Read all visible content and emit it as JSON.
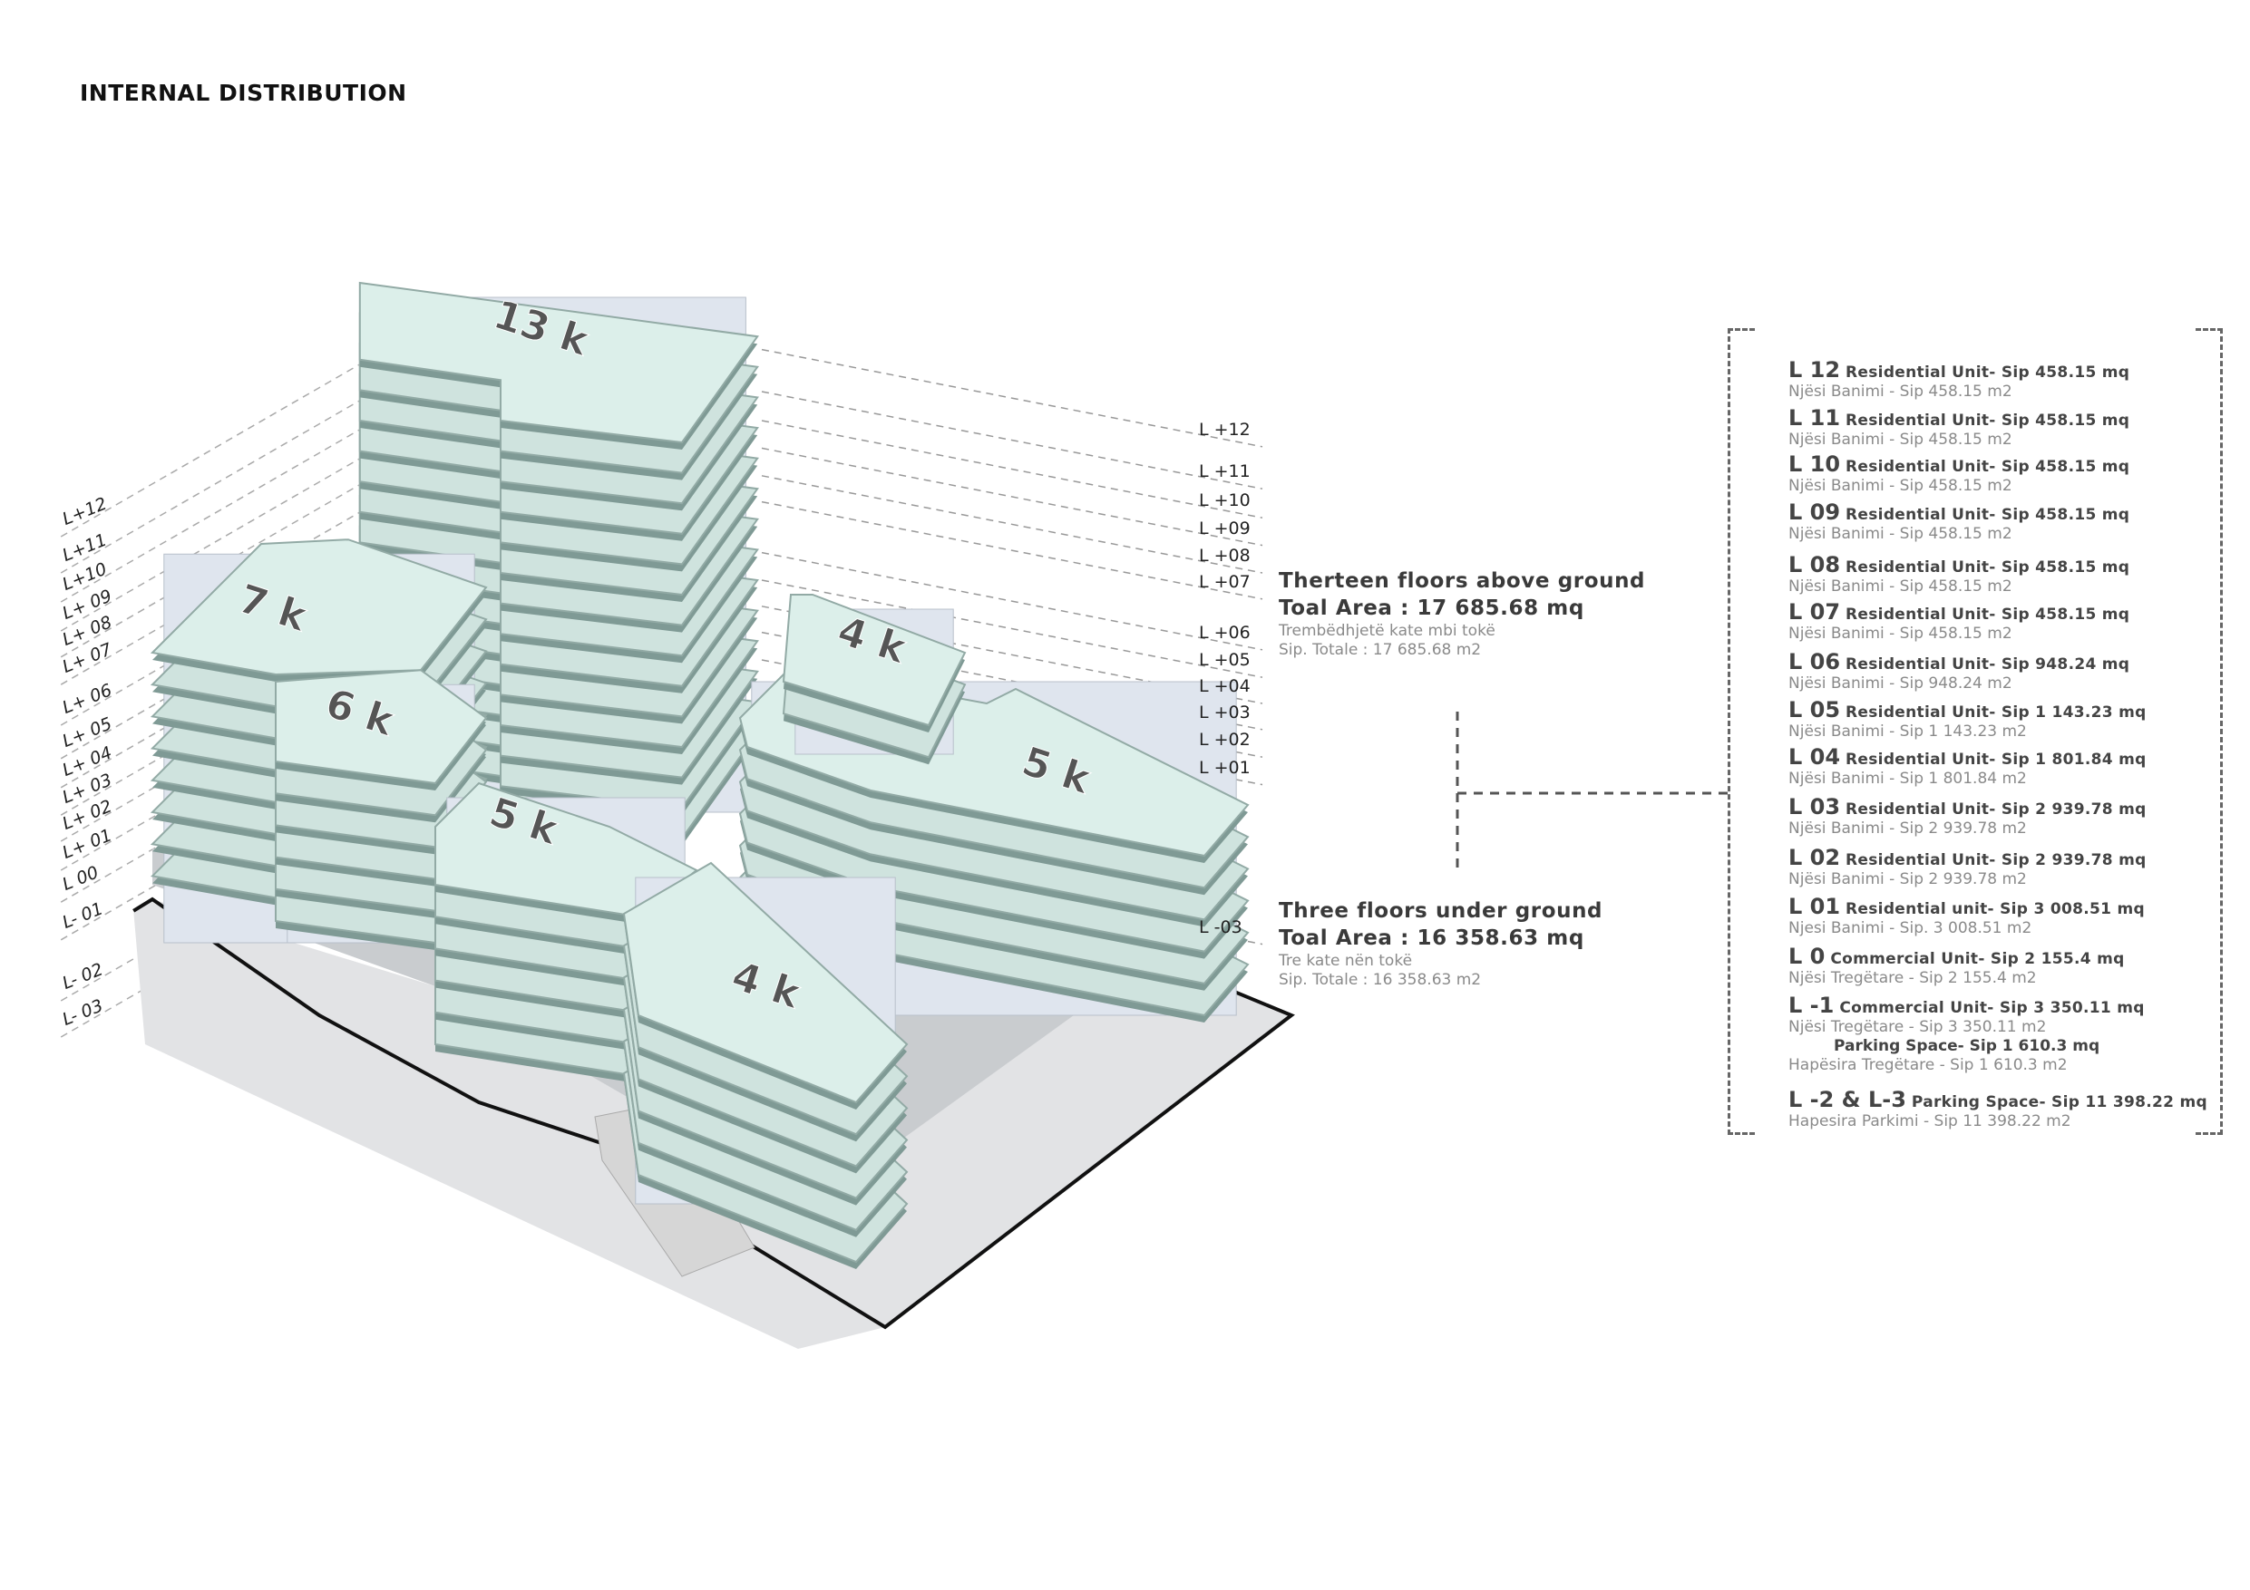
{
  "title": "INTERNAL DISTRIBUTION",
  "block_labels": [
    "13 k",
    "7 k",
    "6 k",
    "5 k",
    "4 k",
    "5 k",
    "4 k"
  ],
  "levels_right": [
    "L +12",
    "L +11",
    "L +10",
    "L +09",
    "L +08",
    "L +07",
    "L +06",
    "L +05",
    "L +04",
    "L +03",
    "L +02",
    "L +01",
    "L -03"
  ],
  "levels_left": [
    "L+12",
    "L+11",
    "L+10",
    "L+ 09",
    "L+ 08",
    "L+ 07",
    "L+ 06",
    "L+ 05",
    "L+ 04",
    "L+ 03",
    "L+ 02",
    "L+ 01",
    "L  00",
    "L- 01",
    "L- 02",
    "L- 03"
  ],
  "above": {
    "heading": "Therteen floors above ground",
    "total": "Toal Area : 17 685.68 mq",
    "sub1": "Trembëdhjetë kate mbi tokë",
    "sub2": "Sip. Totale : 17 685.68 m2"
  },
  "below": {
    "heading": "Three floors under ground",
    "total": "Toal Area : 16 358.63  mq",
    "sub1": "Tre kate nën tokë",
    "sub2": "Sip. Totale : 16 358.63  m2"
  },
  "legend": [
    {
      "level": "L 12",
      "desc": "Residential Unit- Sip 458.15 mq",
      "sub": "Njësi Banimi - Sip 458.15 m2"
    },
    {
      "level": "L 11",
      "desc": "Residential Unit- Sip 458.15 mq",
      "sub": "Njësi Banimi - Sip 458.15 m2"
    },
    {
      "level": "L 10",
      "desc": "Residential Unit- Sip 458.15 mq",
      "sub": "Njësi Banimi - Sip 458.15 m2"
    },
    {
      "level": "L 09",
      "desc": "Residential Unit- Sip 458.15 mq",
      "sub": "Njësi Banimi - Sip 458.15 m2"
    },
    {
      "level": "L 08",
      "desc": "Residential Unit- Sip 458.15 mq",
      "sub": "Njësi Banimi - Sip 458.15 m2"
    },
    {
      "level": "L 07",
      "desc": "Residential Unit- Sip 458.15 mq",
      "sub": "Njësi Banimi - Sip 458.15 m2"
    },
    {
      "level": "L 06",
      "desc": "Residential Unit- Sip 948.24 mq",
      "sub": "Njësi Banimi - Sip 948.24 m2"
    },
    {
      "level": "L 05",
      "desc": "Residential Unit- Sip 1 143.23 mq",
      "sub": "Njësi Banimi - Sip 1 143.23 m2"
    },
    {
      "level": "L 04",
      "desc": "Residential Unit- Sip 1 801.84 mq",
      "sub": "Njësi Banimi - Sip 1 801.84 m2"
    },
    {
      "level": "L 03",
      "desc": "Residential Unit- Sip 2 939.78 mq",
      "sub": "Njësi Banimi - Sip 2 939.78 m2"
    },
    {
      "level": "L 02",
      "desc": "Residential Unit- Sip 2 939.78 mq",
      "sub": "Njësi Banimi - Sip 2 939.78 m2"
    },
    {
      "level": "L 01",
      "desc": "Residential unit- Sip 3 008.51 mq",
      "sub": "Njesi Banimi - Sip. 3 008.51 m2"
    },
    {
      "level": "L 0",
      "desc": "Commercial Unit- Sip 2 155.4 mq",
      "sub": "Njësi Tregëtare - Sip 2 155.4 m2"
    },
    {
      "level": "L -1",
      "desc": "Commercial Unit- Sip 3 350.11 mq",
      "sub": "Njësi Tregëtare - Sip 3 350.11 m2",
      "parking": "Parking Space- Sip 1 610.3 mq",
      "parking_sub": "Hapësira Tregëtare - Sip 1 610.3 m2"
    },
    {
      "level": "L -2 & L-3",
      "desc": "Parking Space- Sip 11 398.22 mq",
      "sub": "Hapesira Parkimi - Sip 11 398.22 m2"
    }
  ]
}
